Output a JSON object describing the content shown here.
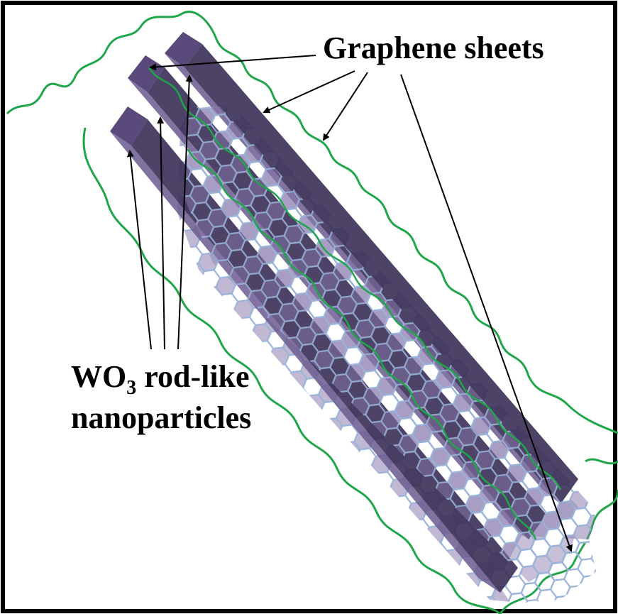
{
  "labels": {
    "graphene": "Graphene sheets",
    "wo3_line1_main": "WO",
    "wo3_line1_sub": "3",
    "wo3_line1_rest": " rod-like",
    "wo3_line2": "nanoparticles"
  },
  "colors": {
    "rod_top": "#6b5a8e",
    "rod_side": "#4d3f6b",
    "rod_dark": "#3a2f55",
    "hex_stroke": "#9bb3d8",
    "hex_fill": "#8e7fb0",
    "graphene_line": "#1fa64a",
    "frame": "#000000",
    "arrow": "#000000"
  }
}
